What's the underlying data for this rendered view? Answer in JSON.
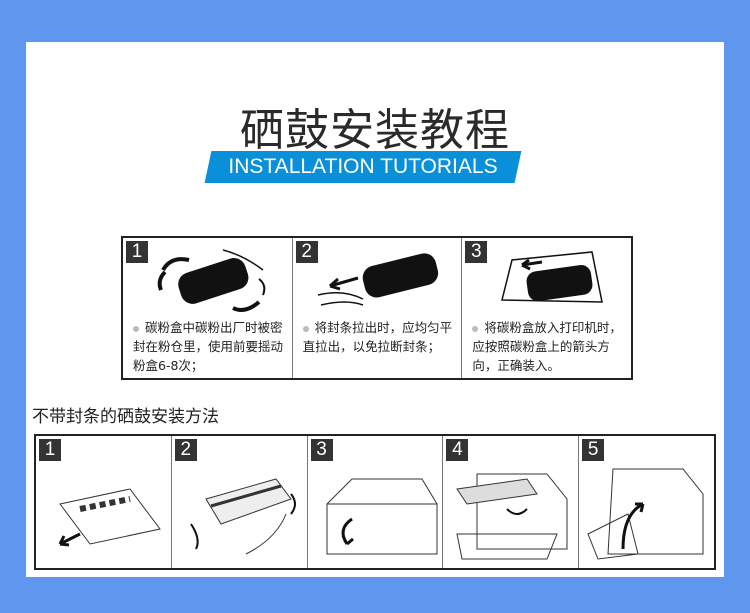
{
  "header": {
    "title": "硒鼓安装教程",
    "subtitle": "INSTALLATION TUTORIALS"
  },
  "colors": {
    "background": "#5f97ee",
    "banner": "#0a8fd9"
  },
  "sealed_steps": [
    {
      "num": "1",
      "text": "碳粉盒中碳粉出厂时被密封在粉仓里，使用前要摇动粉盒6-8次；"
    },
    {
      "num": "2",
      "text": "将封条拉出时，应均匀平直拉出，以免拉断封条；"
    },
    {
      "num": "3",
      "text": "将碳粉盒放入打印机时，应按照碳粉盒上的箭头方向，正确装入。"
    }
  ],
  "unsealed": {
    "title": "不带封条的硒鼓安装方法",
    "steps": [
      "1",
      "2",
      "3",
      "4",
      "5"
    ]
  }
}
